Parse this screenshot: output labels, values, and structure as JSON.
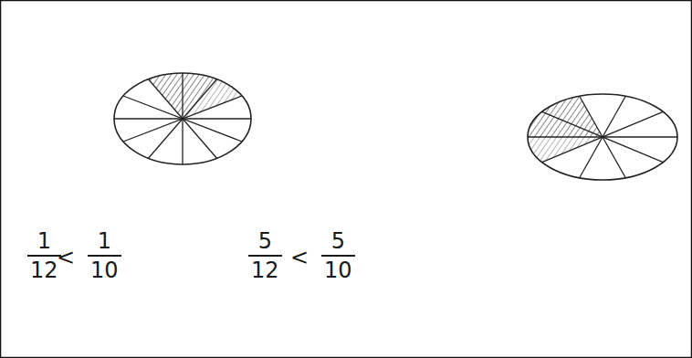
{
  "diagram": {
    "labels": [
      "1",
      "12",
      "<",
      "1",
      "10",
      "5",
      "12",
      "<",
      "5",
      "10"
    ]
  }
}
